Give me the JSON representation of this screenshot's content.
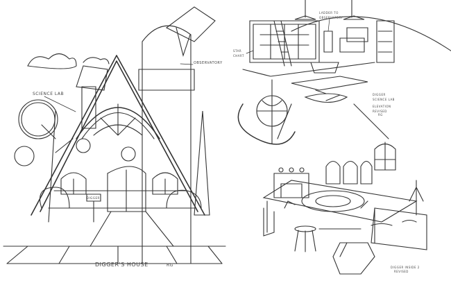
{
  "labels": {
    "science_lab": "Science Lab",
    "observatory": "Observatory",
    "house_title": "Digger's House",
    "house_signature": "RG",
    "ladder": "Ladder to Observatory",
    "star_chart": "Star Chart",
    "lab_caption_1": "Digger Science Lab",
    "lab_caption_2": "Elevation Revised",
    "lab_signature": "RG",
    "inside_caption_1": "Digger Inside 2",
    "inside_caption_2": "Revised",
    "mailbox": "Digger"
  },
  "colors": {
    "pencil": "#333333",
    "paper": "#ffffff"
  }
}
